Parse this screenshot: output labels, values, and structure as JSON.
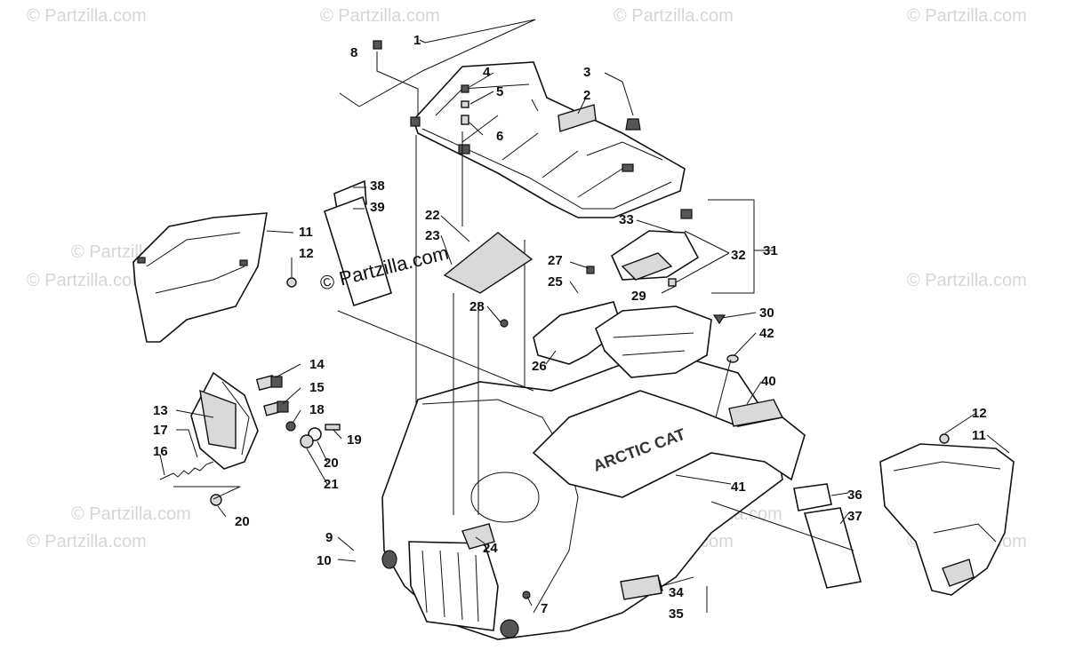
{
  "watermark": "© Partzilla.com",
  "copyright": "© Partzilla.com",
  "callouts": [
    "1",
    "2",
    "3",
    "4",
    "5",
    "6",
    "7",
    "8",
    "9",
    "10",
    "11",
    "11",
    "12",
    "12",
    "13",
    "14",
    "15",
    "16",
    "17",
    "18",
    "19",
    "20",
    "20",
    "21",
    "22",
    "23",
    "24",
    "25",
    "26",
    "27",
    "28",
    "29",
    "30",
    "31",
    "32",
    "33",
    "34",
    "35",
    "36",
    "37",
    "38",
    "39",
    "40",
    "41",
    "42"
  ],
  "decal_text": "ARCTIC CAT"
}
